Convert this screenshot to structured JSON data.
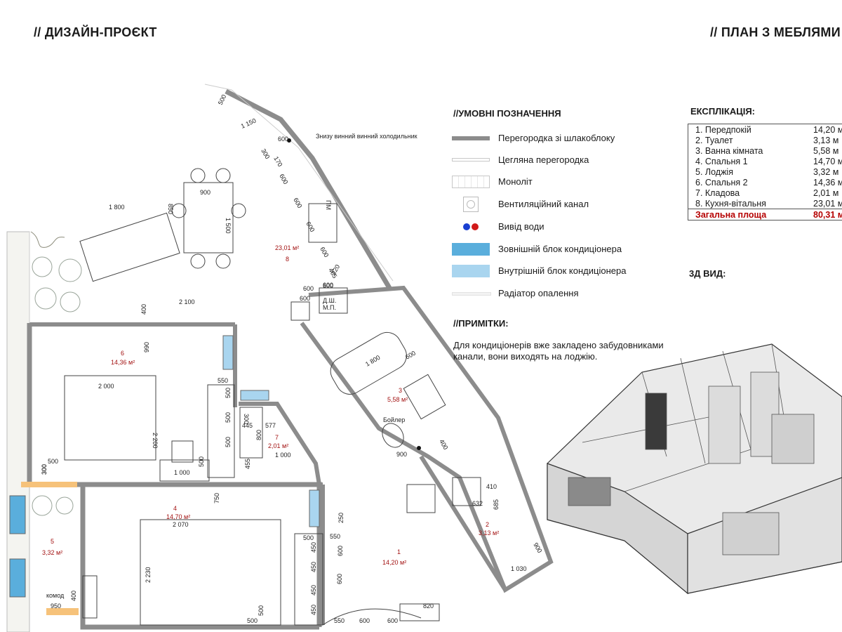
{
  "header": {
    "left_title": "// ДИЗАЙН-ПРОЄКТ",
    "right_title": "// ПЛАН З МЕБЛЯМИ"
  },
  "legend": {
    "title": "//УМОВНІ ПОЗНАЧЕННЯ",
    "items": [
      {
        "label": "Перегородка зі шлакоблоку",
        "icon": "slag-block-partition-icon"
      },
      {
        "label": "Цегляна перегородка",
        "icon": "brick-partition-icon"
      },
      {
        "label": "Моноліт",
        "icon": "monolith-icon"
      },
      {
        "label": "Вентиляційний канал",
        "icon": "ventilation-duct-icon"
      },
      {
        "label": "Вивід води",
        "icon": "water-outlet-icon"
      },
      {
        "label": "Зовнішній блок кондиціонера",
        "icon": "ac-outdoor-unit-icon"
      },
      {
        "label": "Внутрішній блок кондиціонера",
        "icon": "ac-indoor-unit-icon"
      },
      {
        "label": "Радіатор опалення",
        "icon": "heating-radiator-icon"
      }
    ],
    "colors": {
      "wall": "#8c8c8c",
      "ac_outdoor": "#5aaedc",
      "ac_indoor": "#a9d5ef",
      "water_blue": "#1a3fd1",
      "water_red": "#d11a1a",
      "accent_red": "#b50000"
    }
  },
  "notes": {
    "title": "//ПРИМІТКИ:",
    "text": "Для кондиціонерів вже закладено забудовниками канали, вони виходять на лоджію."
  },
  "explication": {
    "title": "ЕКСПЛІКАЦІЯ:",
    "rows": [
      {
        "name": "1. Передпокій",
        "area": "14,20 м"
      },
      {
        "name": "2. Туалет",
        "area": "3,13 м"
      },
      {
        "name": "3. Ванна кімната",
        "area": "5,58 м"
      },
      {
        "name": "4. Спальня 1",
        "area": "14,70 м"
      },
      {
        "name": "5. Лоджія",
        "area": "3,32 м"
      },
      {
        "name": "6. Спальня 2",
        "area": "14,36 м"
      },
      {
        "name": "7. Кладова",
        "area": "2,01 м"
      },
      {
        "name": "8. Кухня-вітальня",
        "area": "23,01 м"
      }
    ],
    "total": {
      "name": "Загальна площа",
      "area": "80,31 м"
    }
  },
  "view3d": {
    "title": "3Д ВИД:"
  },
  "plan": {
    "rooms": [
      {
        "number": "8",
        "area": "23,01 м²"
      },
      {
        "number": "6",
        "area": "14,36 м²"
      },
      {
        "number": "3",
        "area": "5,58 м²"
      },
      {
        "number": "7",
        "area": "2,01 м²"
      },
      {
        "number": "4",
        "area": "14,70 м²"
      },
      {
        "number": "5",
        "area": "3,32 м²"
      },
      {
        "number": "1",
        "area": "14,20 м²"
      },
      {
        "number": "2",
        "area": "3,13 м²"
      }
    ],
    "notes": {
      "wine_fridge": "Знизу винний винний холодильник",
      "pm": "ПМ",
      "dishwasher": "Д.Ш.",
      "microwave": "М.П.",
      "boiler": "Бойлер",
      "dresser": "комод"
    },
    "dimensions": [
      "500",
      "1 150",
      "600",
      "300",
      "170",
      "600",
      "600",
      "600",
      "600",
      "465",
      "220",
      "900",
      "1 500",
      "1 800",
      "850",
      "2 100",
      "400",
      "990",
      "2 000",
      "2 200",
      "500",
      "1 000",
      "500",
      "550",
      "500",
      "500",
      "500",
      "300",
      "445",
      "577",
      "800",
      "1 000",
      "455",
      "300",
      "600",
      "600",
      "1 800",
      "600",
      "400",
      "900",
      "410",
      "632",
      "685",
      "250",
      "550",
      "600",
      "600",
      "500",
      "750",
      "2 070",
      "2 230",
      "500",
      "450",
      "450",
      "450",
      "450",
      "400",
      "950",
      "500",
      "300",
      "550",
      "600",
      "600",
      "820",
      "1 030",
      "900",
      "600",
      "600"
    ]
  }
}
